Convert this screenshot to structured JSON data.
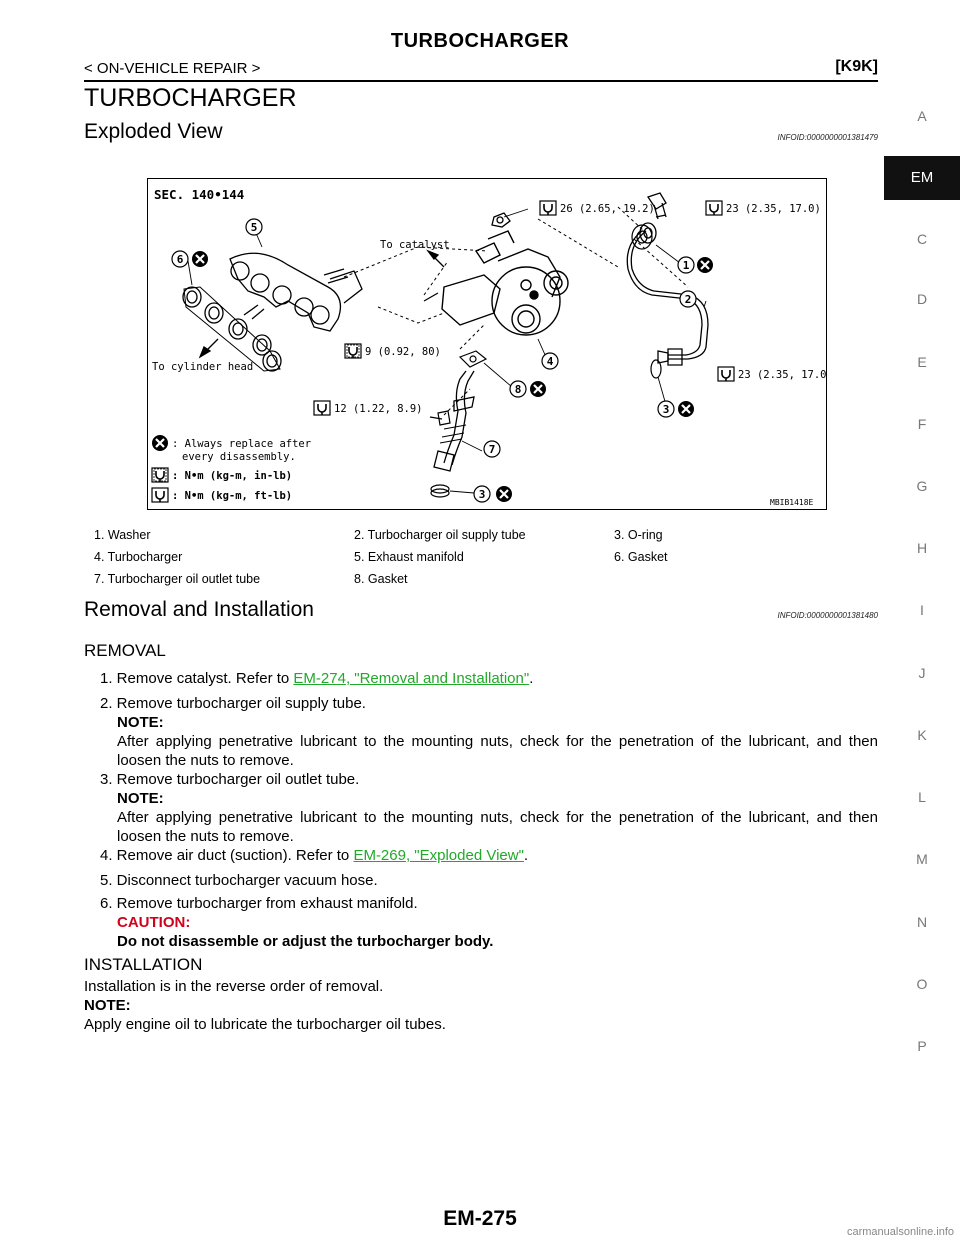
{
  "header": {
    "title": "TURBOCHARGER",
    "breadcrumb": "< ON-VEHICLE REPAIR >",
    "model": "[K9K]"
  },
  "section_title": "TURBOCHARGER",
  "exploded": {
    "heading": "Exploded View",
    "infoid": "INFOID:0000000001381479"
  },
  "figure": {
    "sec": "SEC. 140•144",
    "to_catalyst": "To catalyst",
    "to_cylinder_head": "To cylinder head",
    "torques": {
      "t26": "26 (2.65, 19.2)",
      "t23a": "23 (2.35, 17.0)",
      "t9": "9 (0.92, 80)",
      "t23b": "23 (2.35, 17.0)",
      "t12": "12 (1.22, 8.9)"
    },
    "key_replace": ": Always replace after",
    "key_replace_2": "every disassembly.",
    "key_inlb": ": N•m (kg-m, in-lb)",
    "key_ftlb": ": N•m (kg-m, ft-lb)",
    "code": "MBIB1418E",
    "callouts": [
      "1",
      "2",
      "3",
      "3",
      "4",
      "5",
      "6",
      "7",
      "8"
    ]
  },
  "legend": [
    [
      "1. Washer",
      "2. Turbocharger oil supply tube",
      "3. O-ring"
    ],
    [
      "4. Turbocharger",
      "5. Exhaust manifold",
      "6. Gasket"
    ],
    [
      "7. Turbocharger oil outlet tube",
      "8. Gasket",
      ""
    ]
  ],
  "removal_installation": {
    "heading": "Removal and Installation",
    "infoid": "INFOID:0000000001381480"
  },
  "removal": {
    "heading": "REMOVAL",
    "step1_text": "1. Remove catalyst. Refer to ",
    "step1_link": "EM-274, \"Removal and Installation\"",
    "step2": "2. Remove turbocharger oil supply tube.",
    "note_label": "NOTE:",
    "note_text": "After applying penetrative lubricant to the mounting nuts, check for the penetration of the lubricant, and then loosen the nuts to remove.",
    "step3": "3. Remove turbocharger oil outlet tube.",
    "step4_text": "4. Remove air duct (suction). Refer to ",
    "step4_link": "EM-269, \"Exploded View\"",
    "step5": "5. Disconnect turbocharger vacuum hose.",
    "step6": "6. Remove turbocharger from exhaust manifold.",
    "caution_label": "CAUTION:",
    "caution_text": "Do not disassemble or adjust the turbocharger body.",
    "period": "."
  },
  "installation": {
    "heading": "INSTALLATION",
    "text": "Installation is in the reverse order of removal.",
    "note_label": "NOTE:",
    "note_text": "Apply engine oil to lubricate the turbocharger oil tubes."
  },
  "side_tabs": [
    "A",
    "EM",
    "C",
    "D",
    "E",
    "F",
    "G",
    "H",
    "I",
    "J",
    "K",
    "L",
    "M",
    "N",
    "O",
    "P"
  ],
  "active_tab": "EM",
  "page_number": "EM-275",
  "watermark": "carmanualsonline.info"
}
